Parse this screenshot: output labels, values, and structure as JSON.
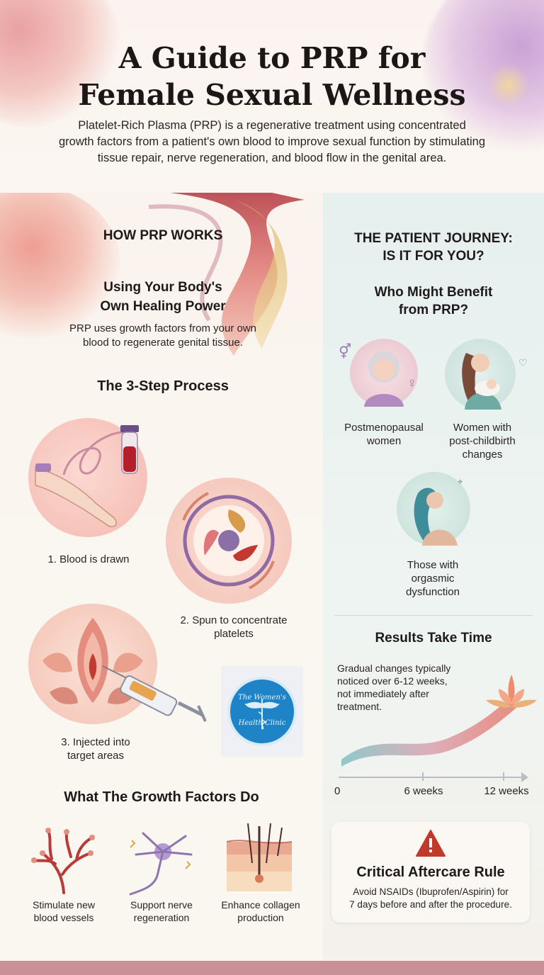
{
  "header": {
    "title_line1": "A Guide to PRP for",
    "title_line2": "Female Sexual Wellness",
    "intro_line1": "Platelet-Rich Plasma (PRP) is a regenerative treatment using concentrated",
    "intro_line2": "growth factors from a patient's own blood to improve sexual function by stimulating",
    "intro_line3": "tissue repair, nerve regeneration, and blood flow in the genital area."
  },
  "left": {
    "how_heading": "HOW PRP WORKS",
    "power_heading_line1": "Using Your Body's",
    "power_heading_line2": "Own Healing Power",
    "power_text_line1": "PRP uses growth factors from your own",
    "power_text_line2": "blood to regenerate genital tissue.",
    "process_heading": "The 3-Step Process",
    "steps": [
      {
        "label_line1": "1. Blood is drawn",
        "label_line2": ""
      },
      {
        "label_line1": "2. Spun to concentrate",
        "label_line2": "platelets"
      },
      {
        "label_line1": "3. Injected into",
        "label_line2": "target areas"
      }
    ],
    "clinic_logo_text": "The Women's Health Clinic",
    "growth_heading": "What The Growth Factors Do",
    "growth_items": [
      {
        "line1": "Stimulate new",
        "line2": "blood vessels",
        "icon": "blood-vessels-icon"
      },
      {
        "line1": "Support nerve",
        "line2": "regeneration",
        "icon": "nerve-cell-icon"
      },
      {
        "line1": "Enhance collagen",
        "line2": "production",
        "icon": "skin-layers-icon"
      }
    ]
  },
  "right": {
    "journey_line1": "THE PATIENT JOURNEY:",
    "journey_line2": "IS IT FOR YOU?",
    "benefit_line1": "Who Might Benefit",
    "benefit_line2": "from PRP?",
    "candidates": [
      {
        "line1": "Postmenopausal",
        "line2": "women",
        "line3": ""
      },
      {
        "line1": "Women with",
        "line2": "post-childbirth",
        "line3": "changes"
      },
      {
        "line1": "Those with",
        "line2": "orgasmic",
        "line3": "dysfunction"
      }
    ],
    "results_heading": "Results Take Time",
    "results_text_line1": "Gradual changes typically",
    "results_text_line2": "noticed over 6-12 weeks,",
    "results_text_line3": "not immediately after",
    "results_text_line4": "treatment.",
    "timeline": {
      "start": "0",
      "mid": "6 weeks",
      "end": "12 weeks"
    },
    "aftercare_heading": "Critical Aftercare Rule",
    "aftercare_line1": "Avoid NSAIDs (Ibuprofen/Aspirin) for",
    "aftercare_line2": "7 days before and after the procedure."
  },
  "colors": {
    "accent_red": "#c0392b",
    "logo_blue": "#1f83c7",
    "footer": "#c99097"
  }
}
